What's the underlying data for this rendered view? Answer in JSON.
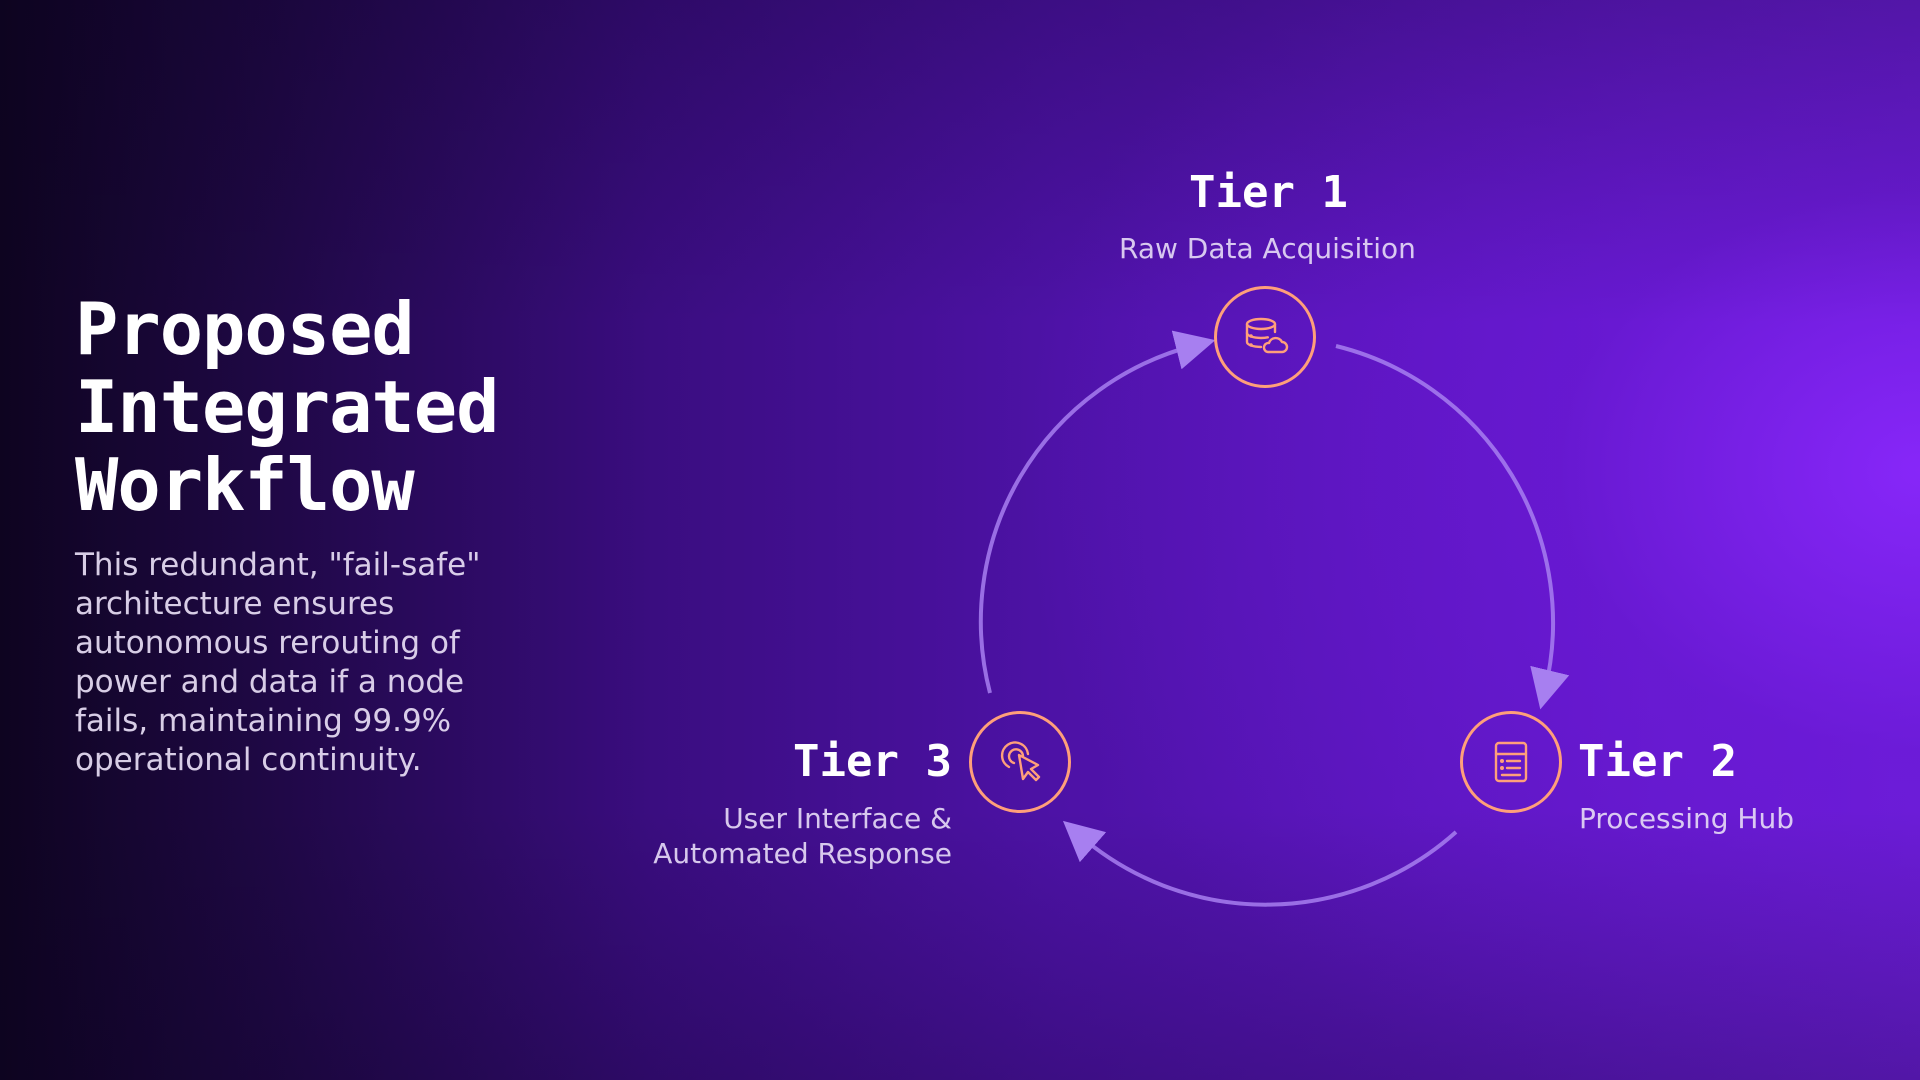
{
  "slide": {
    "title_lines": [
      "Proposed",
      "Integrated",
      "Workflow"
    ],
    "description": "This redundant, \"fail-safe\" architecture ensures autonomous rerouting of power and data if a node fails, maintaining 99.9% operational continuity."
  },
  "tiers": [
    {
      "title": "Tier 1",
      "subtitle_lines": [
        "Raw Data Acquisition"
      ],
      "icon": "database-cloud-icon"
    },
    {
      "title": "Tier 2",
      "subtitle_lines": [
        "Processing Hub"
      ],
      "icon": "server-list-icon"
    },
    {
      "title": "Tier 3",
      "subtitle_lines": [
        "User Interface &",
        "Automated Response"
      ],
      "icon": "touch-pointer-icon"
    }
  ],
  "colors": {
    "node_ring": "#ff9f7a",
    "cycle_arrow": "#a77ff0",
    "background_dark": "#0e0420",
    "background_bright": "#8c28ff"
  }
}
